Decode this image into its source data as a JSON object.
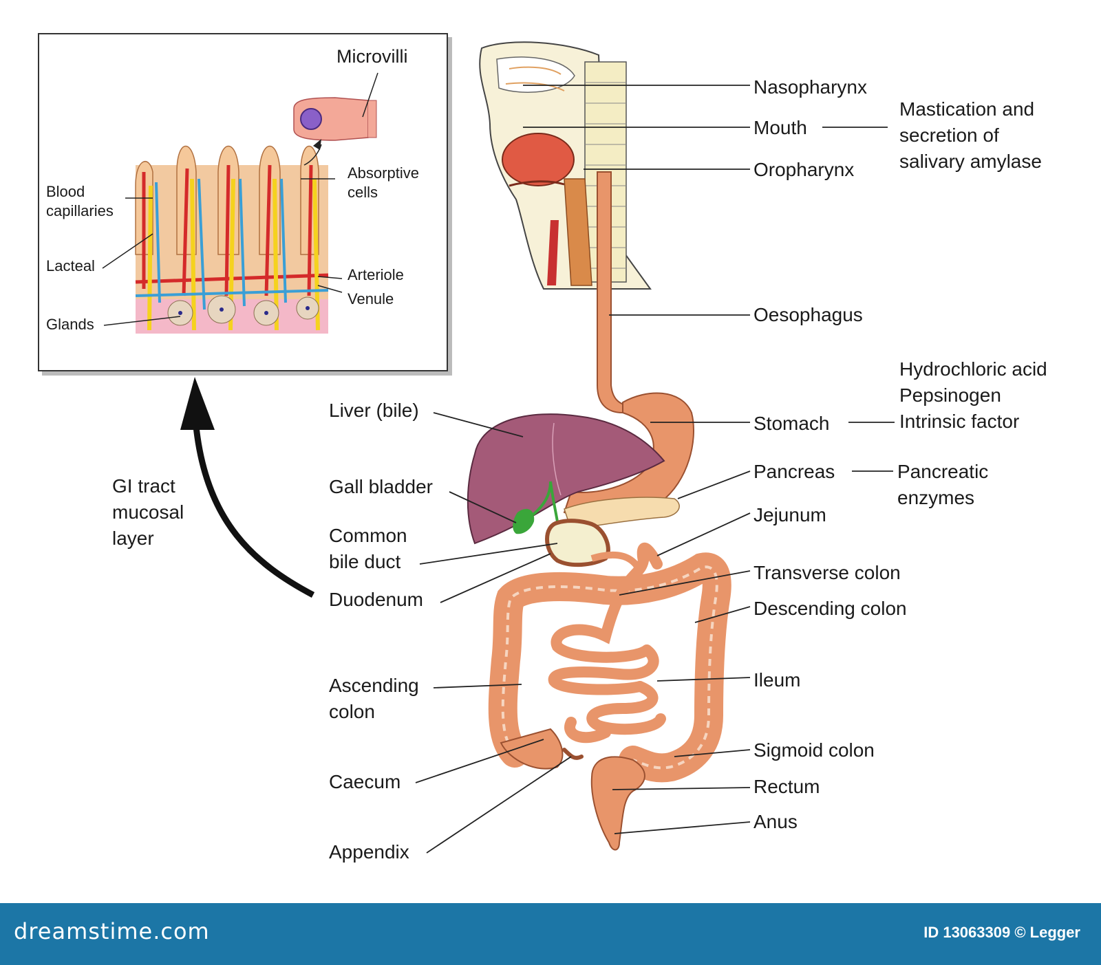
{
  "labels": {
    "nasopharynx": "Nasopharynx",
    "mouth": "Mouth",
    "mouth_note": "Mastication and\nsecretion of\nsalivary amylase",
    "oropharynx": "Oropharynx",
    "oesophagus": "Oesophagus",
    "stomach": "Stomach",
    "stomach_note": "Hydrochloric acid\nPepsinogen\nIntrinsic factor",
    "pancreas": "Pancreas",
    "pancreas_note": "Pancreatic\nenzymes",
    "jejunum": "Jejunum",
    "transverse_colon": "Transverse colon",
    "descending_colon": "Descending colon",
    "ileum": "Ileum",
    "sigmoid_colon": "Sigmoid colon",
    "rectum": "Rectum",
    "anus": "Anus",
    "liver": "Liver (bile)",
    "gall_bladder": "Gall bladder",
    "common_bile_duct": "Common\nbile duct",
    "duodenum": "Duodenum",
    "ascending_colon": "Ascending\ncolon",
    "caecum": "Caecum",
    "appendix": "Appendix",
    "gi_tract": "GI tract\nmucosal\nlayer"
  },
  "inset": {
    "microvilli": "Microvilli",
    "absorptive_cells": "Absorptive\ncells",
    "blood_capillaries": "Blood\ncapillaries",
    "lacteal": "Lacteal",
    "arteriole": "Arteriole",
    "venule": "Venule",
    "glands": "Glands"
  },
  "footer": {
    "site": "dreamstime.com",
    "image_id": "ID 13063309 © Legger"
  },
  "colors": {
    "gut": "#e8956a",
    "gut_dark": "#b8643e",
    "liver": "#a45a78",
    "gall": "#3aa63a",
    "tongue": "#e05a44",
    "artery": "#d42a2a",
    "vein": "#3a9fd6",
    "lacteal": "#f5d21e",
    "footer_bg": "#1c76a6"
  }
}
